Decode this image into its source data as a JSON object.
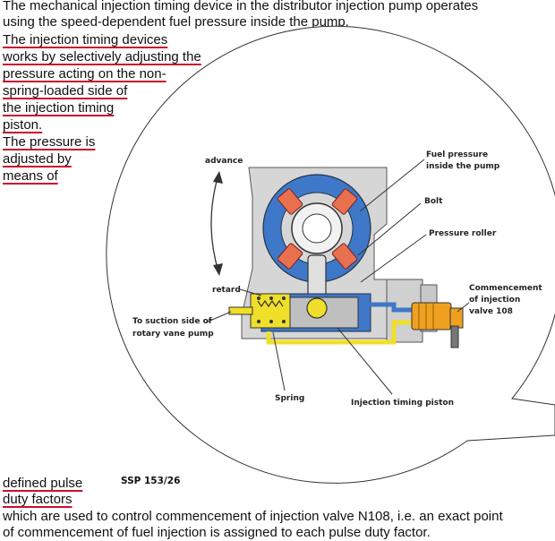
{
  "intro": {
    "line1": "The mechanical injection timing device in the distributor injection pump operates",
    "line2": "using the speed-dependent fuel pressure inside the pump."
  },
  "highlighted_lines": [
    "The injection timing devices",
    "works by selectively adjusting the",
    "pressure acting on the non-",
    "spring-loaded side of",
    "the injection timing",
    "piston.",
    "The pressure is",
    "adjusted by",
    "means of"
  ],
  "diagram": {
    "labels": {
      "advance": "advance",
      "retard": "retard",
      "fuel_pressure_1": "Fuel pressure",
      "fuel_pressure_2": "inside the pump",
      "bolt": "Bolt",
      "pressure_roller": "Pressure roller",
      "commencement_1": "Commencement",
      "commencement_2": "of injection",
      "commencement_3": "valve 108",
      "suction_1": "To suction side of",
      "suction_2": "rotary vane pump",
      "spring": "Spring",
      "piston": "Injection timing piston"
    },
    "colors": {
      "housing": "#d6d6d6",
      "ring": "#3f78c8",
      "roller": "#e8704f",
      "fuel_channel": "#f0df2a",
      "valve": "#f0a020"
    }
  },
  "bottom_highlighted": [
    "defined pulse",
    "duty factors"
  ],
  "figure_ref": "SSP 153/26",
  "outro": {
    "line1": "which are used to control commencement of injection valve N108, i.e. an exact point",
    "line2": "of commencement of fuel injection is assigned to each pulse duty factor."
  }
}
